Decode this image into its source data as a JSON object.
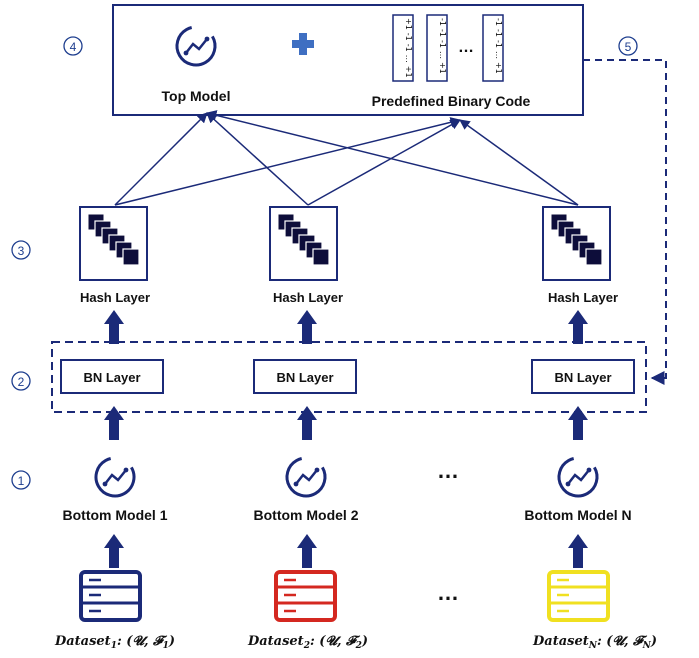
{
  "colors": {
    "primary": "#1b2a78",
    "accent_plus": "#3f6fc2",
    "dataset_1": "#1b2a78",
    "dataset_2": "#d42820",
    "dataset_n": "#f0e020",
    "step_circle": "#1f3f8f"
  },
  "top": {
    "top_model_label": "Top Model",
    "binary_code_label": "Predefined Binary Code",
    "ellipsis": "…",
    "code_columns": [
      [
        "+1",
        "-1",
        "-1",
        "…",
        "+1"
      ],
      [
        "-1",
        "-1",
        "-1",
        "…",
        "+1"
      ],
      [
        "-1",
        "-1",
        "-1",
        "…",
        "+1"
      ]
    ],
    "icon": "line-chart-icon",
    "plus_icon": "plus-icon"
  },
  "steps": [
    "④",
    "⑤",
    "③",
    "②",
    "①"
  ],
  "columns": [
    {
      "hash_label": "Hash Layer",
      "bn_label": "BN Layer",
      "bottom_label": "Bottom Model 1",
      "dataset_name": "Dataset",
      "dataset_sub": "1",
      "dataset_rest": ": (𝓤, 𝓕",
      "dataset_sub2": "1",
      "dataset_close": ")"
    },
    {
      "hash_label": "Hash Layer",
      "bn_label": "BN Layer",
      "bottom_label": "Bottom Model 2",
      "dataset_name": "Dataset",
      "dataset_sub": "2",
      "dataset_rest": ": (𝓤, 𝓕",
      "dataset_sub2": "2",
      "dataset_close": ")"
    },
    {
      "hash_label": "Hash Layer",
      "bn_label": "BN Layer",
      "bottom_label": "Bottom Model N",
      "dataset_name": "Dataset",
      "dataset_sub": "N",
      "dataset_rest": ": (𝓤, 𝓕",
      "dataset_sub2": "N",
      "dataset_close": ")"
    }
  ],
  "middle_ellipsis": "…",
  "dataset_ellipsis": "…"
}
